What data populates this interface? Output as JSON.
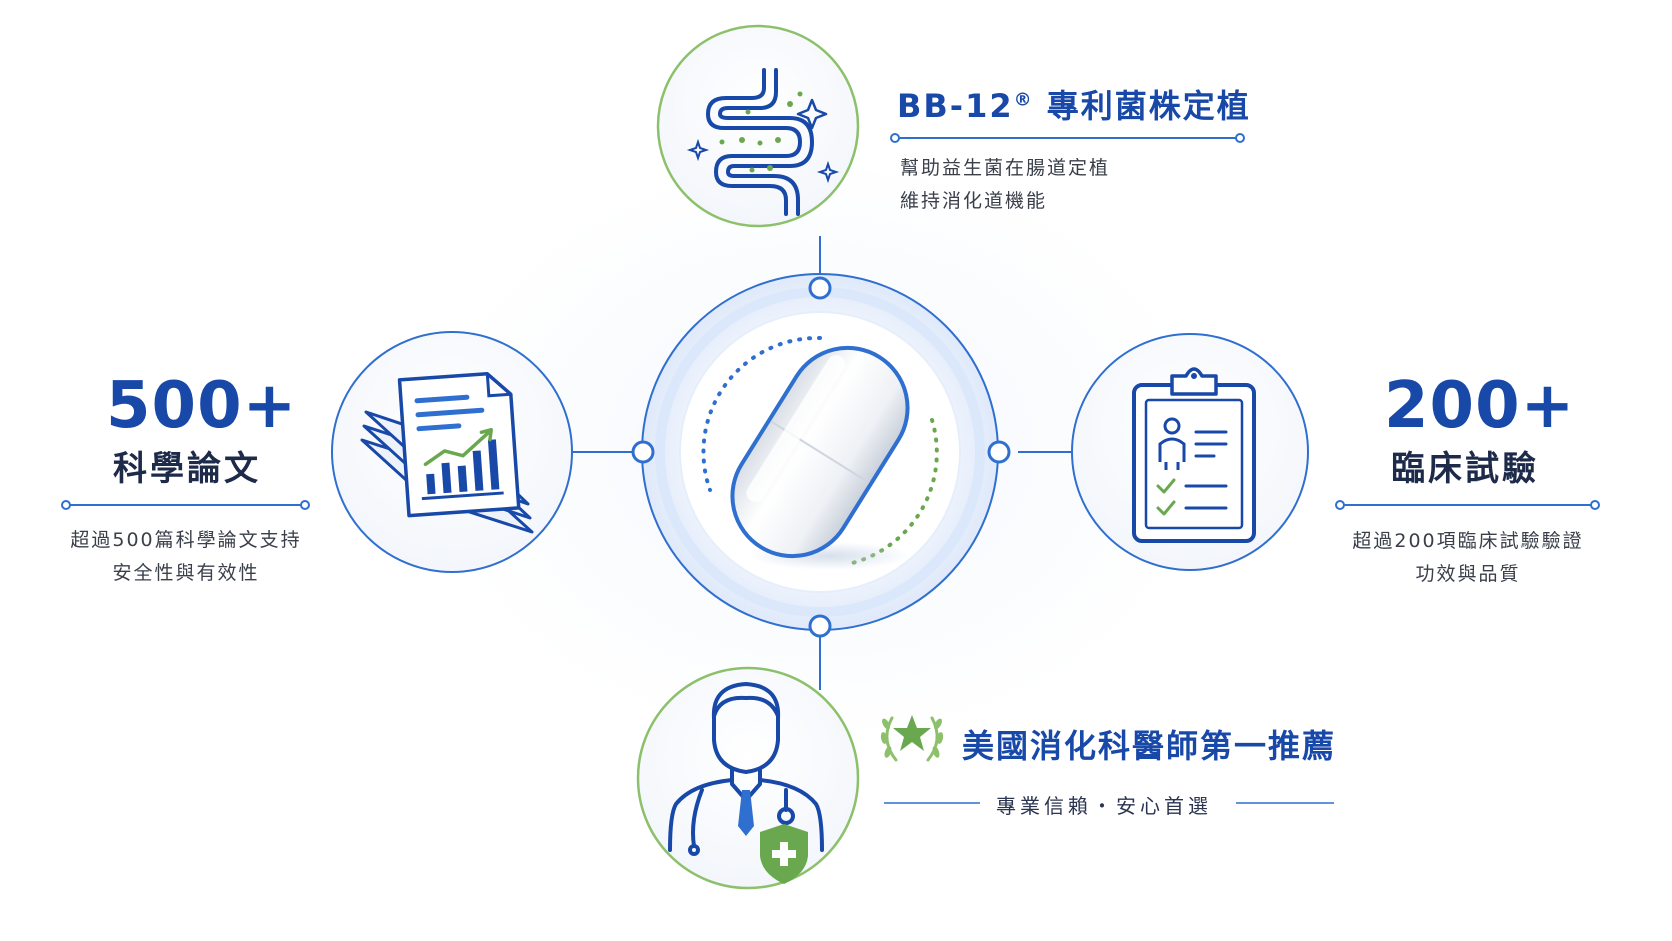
{
  "top": {
    "title_main": "BB-12",
    "title_mark": "®",
    "title_rest": " 專利菌株定植",
    "desc_lines": [
      "幫助益生菌在腸道定植",
      "維持消化道機能"
    ],
    "icon": "intestine-icon"
  },
  "left": {
    "number": "500+",
    "label": "科學論文",
    "desc_lines": [
      "超過500篇科學論文支持",
      "安全性與有效性"
    ],
    "icon": "research-papers-chart-icon"
  },
  "right": {
    "number": "200+",
    "label": "臨床試驗",
    "desc_lines": [
      "超過200項臨床試驗驗證",
      "功效與品質"
    ],
    "icon": "clipboard-checklist-icon"
  },
  "bottom": {
    "title": "美國消化科醫師第一推薦",
    "tagline": "專業信賴・安心首選",
    "icon": "doctor-icon",
    "badge_icon": "laurel-star-icon"
  },
  "center": {
    "icon": "capsule-icon"
  },
  "colors": {
    "primary_blue": "#1848a8",
    "accent_blue": "#2f6fd0",
    "accent_green": "#6aa84f",
    "text_dark": "#1d2a4a"
  }
}
